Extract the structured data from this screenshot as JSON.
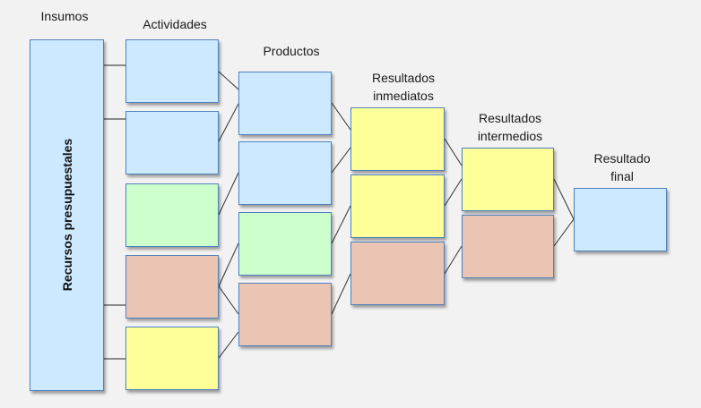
{
  "labels": {
    "insumos": "Insumos",
    "actividades": "Actividades",
    "productos": "Productos",
    "resultados_inmediatos": "Resultados inmediatos",
    "resultados_intermedios": "Resultados intermedios",
    "resultado_final": "Resultado final",
    "recursos": "Recursos presupuestales"
  },
  "colors": {
    "blue": "#cce9ff",
    "green": "#ccffcc",
    "salmon": "#eac5b3",
    "yellow": "#ffff99",
    "border": "#4f81bd"
  }
}
